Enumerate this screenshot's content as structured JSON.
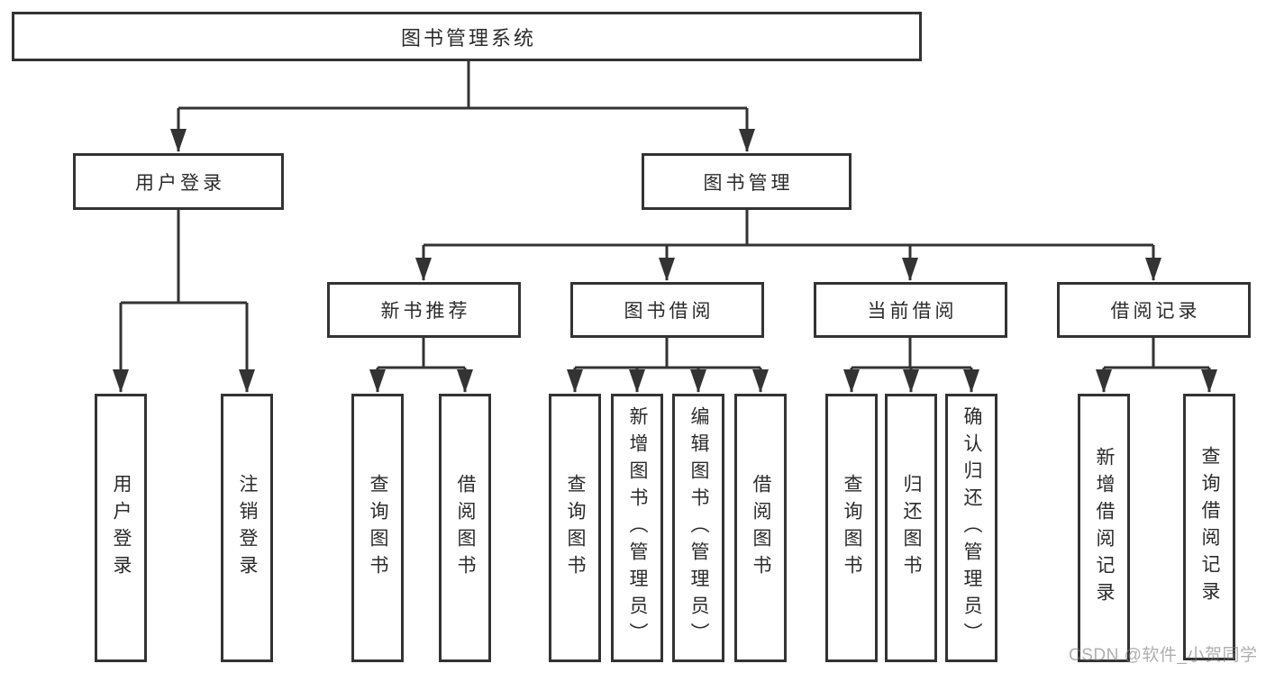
{
  "diagram": {
    "title": "图书管理系统",
    "level2": {
      "user_login": "用户登录",
      "book_management": "图书管理"
    },
    "login_children": [
      "用户登录",
      "注销登录"
    ],
    "management_sections": [
      "新书推荐",
      "图书借阅",
      "当前借阅",
      "借阅记录"
    ],
    "new_book_children": [
      "查询图书",
      "借阅图书"
    ],
    "book_borrow_children": [
      "查询图书",
      "新增图书（管理员）",
      "编辑图书（管理员）",
      "借阅图书"
    ],
    "current_borrow_children": [
      "查询图书",
      "归还图书",
      "确认归还（管理员）"
    ],
    "borrow_record_children": [
      "新增借阅记录",
      "查询借阅记录"
    ]
  },
  "watermark": "CSDN @软件_小贺同学",
  "colors": {
    "line": "#333333",
    "box_border": "#333333",
    "text": "#2b2b2b",
    "background": "#ffffff",
    "watermark": "#7d7d7d"
  }
}
